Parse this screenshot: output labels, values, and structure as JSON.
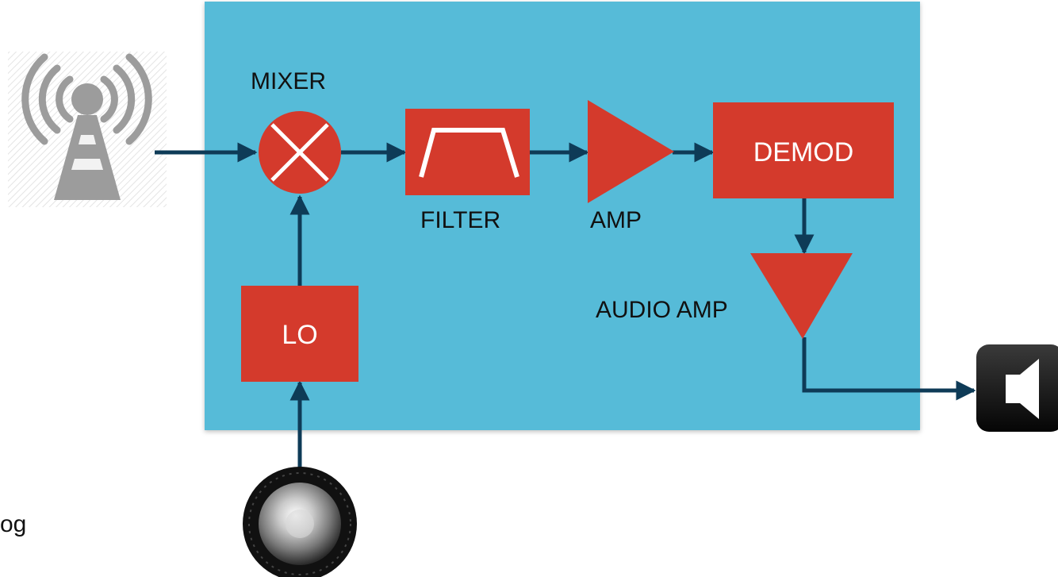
{
  "colors": {
    "panel": "#56BBD8",
    "block": "#D43A2C",
    "wire": "#0E3B57",
    "tower": "#9C9C9C",
    "speaker": "#111111"
  },
  "labels": {
    "mixer": "MIXER",
    "filter": "FILTER",
    "amp": "AMP",
    "demod": "DEMOD",
    "audio_amp": "AUDIO AMP",
    "lo": "LO",
    "side_text": "og"
  },
  "icons": {
    "antenna": "radio-tower-icon",
    "speaker": "speaker-icon",
    "knob": "tuning-knob-icon"
  }
}
